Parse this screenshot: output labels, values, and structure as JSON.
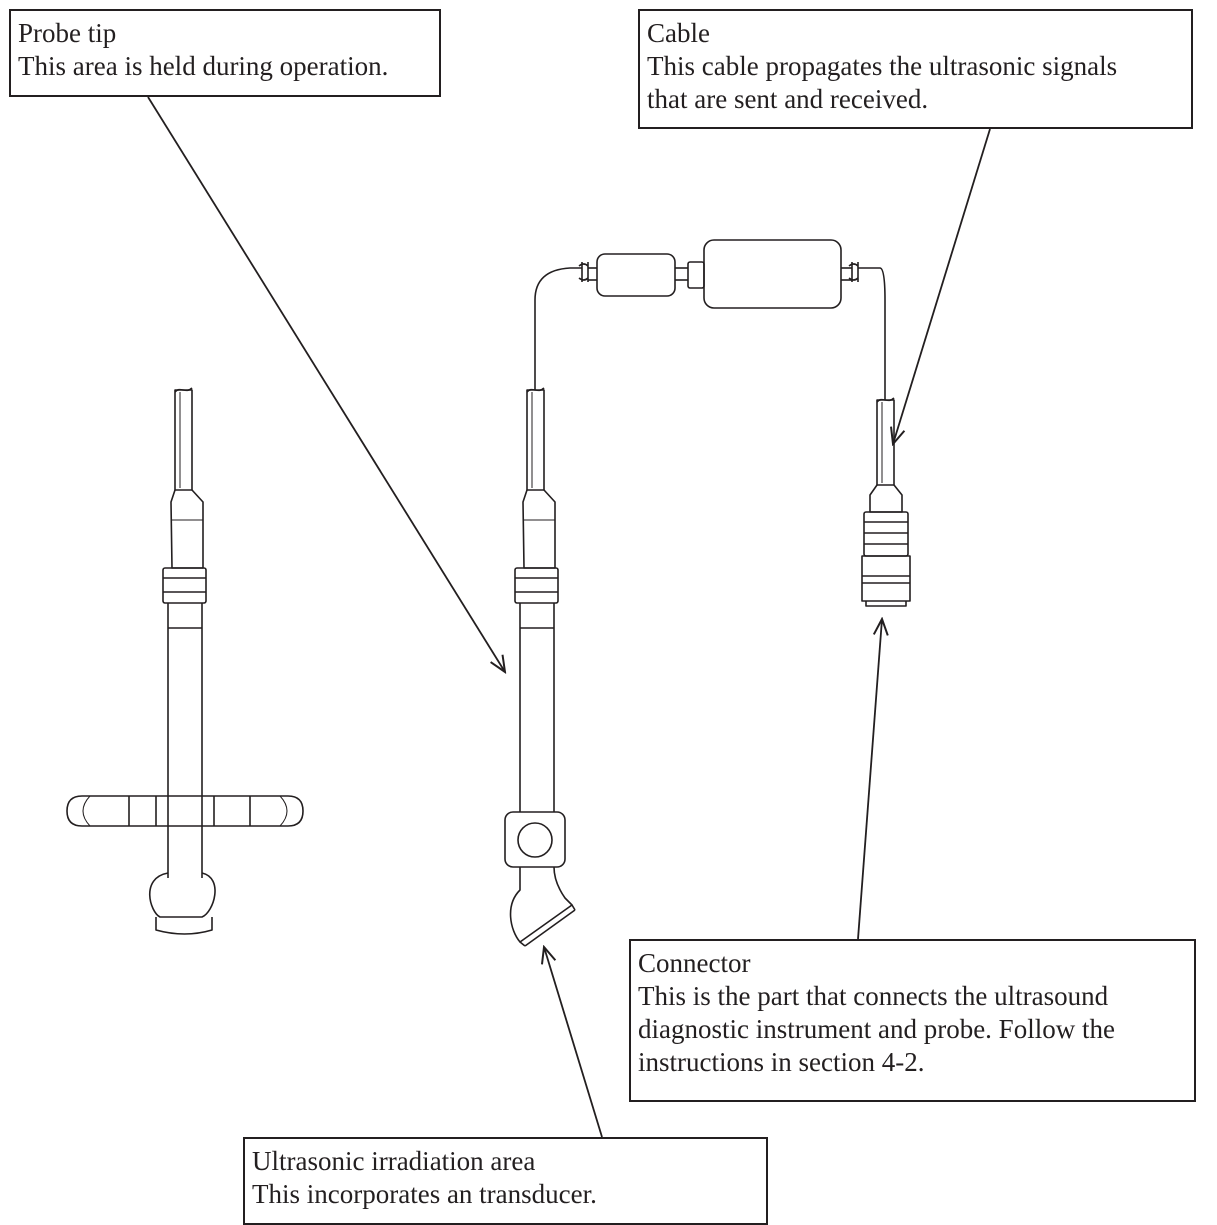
{
  "callouts": {
    "probe_tip": {
      "title": "Probe tip",
      "desc": [
        "This area is held during operation."
      ]
    },
    "cable": {
      "title": "Cable",
      "desc": [
        "This cable propagates the ultrasonic signals",
        "that are sent and received."
      ]
    },
    "connector": {
      "title": "Connector",
      "desc": [
        "This is the part that connects the ultrasound",
        "diagnostic instrument and probe. Follow the",
        "instructions in section 4-2."
      ]
    },
    "irradiation": {
      "title": "Ultrasonic irradiation area",
      "desc": [
        "This incorporates an transducer."
      ]
    }
  },
  "colors": {
    "line": "#231f20",
    "background": "#ffffff"
  }
}
